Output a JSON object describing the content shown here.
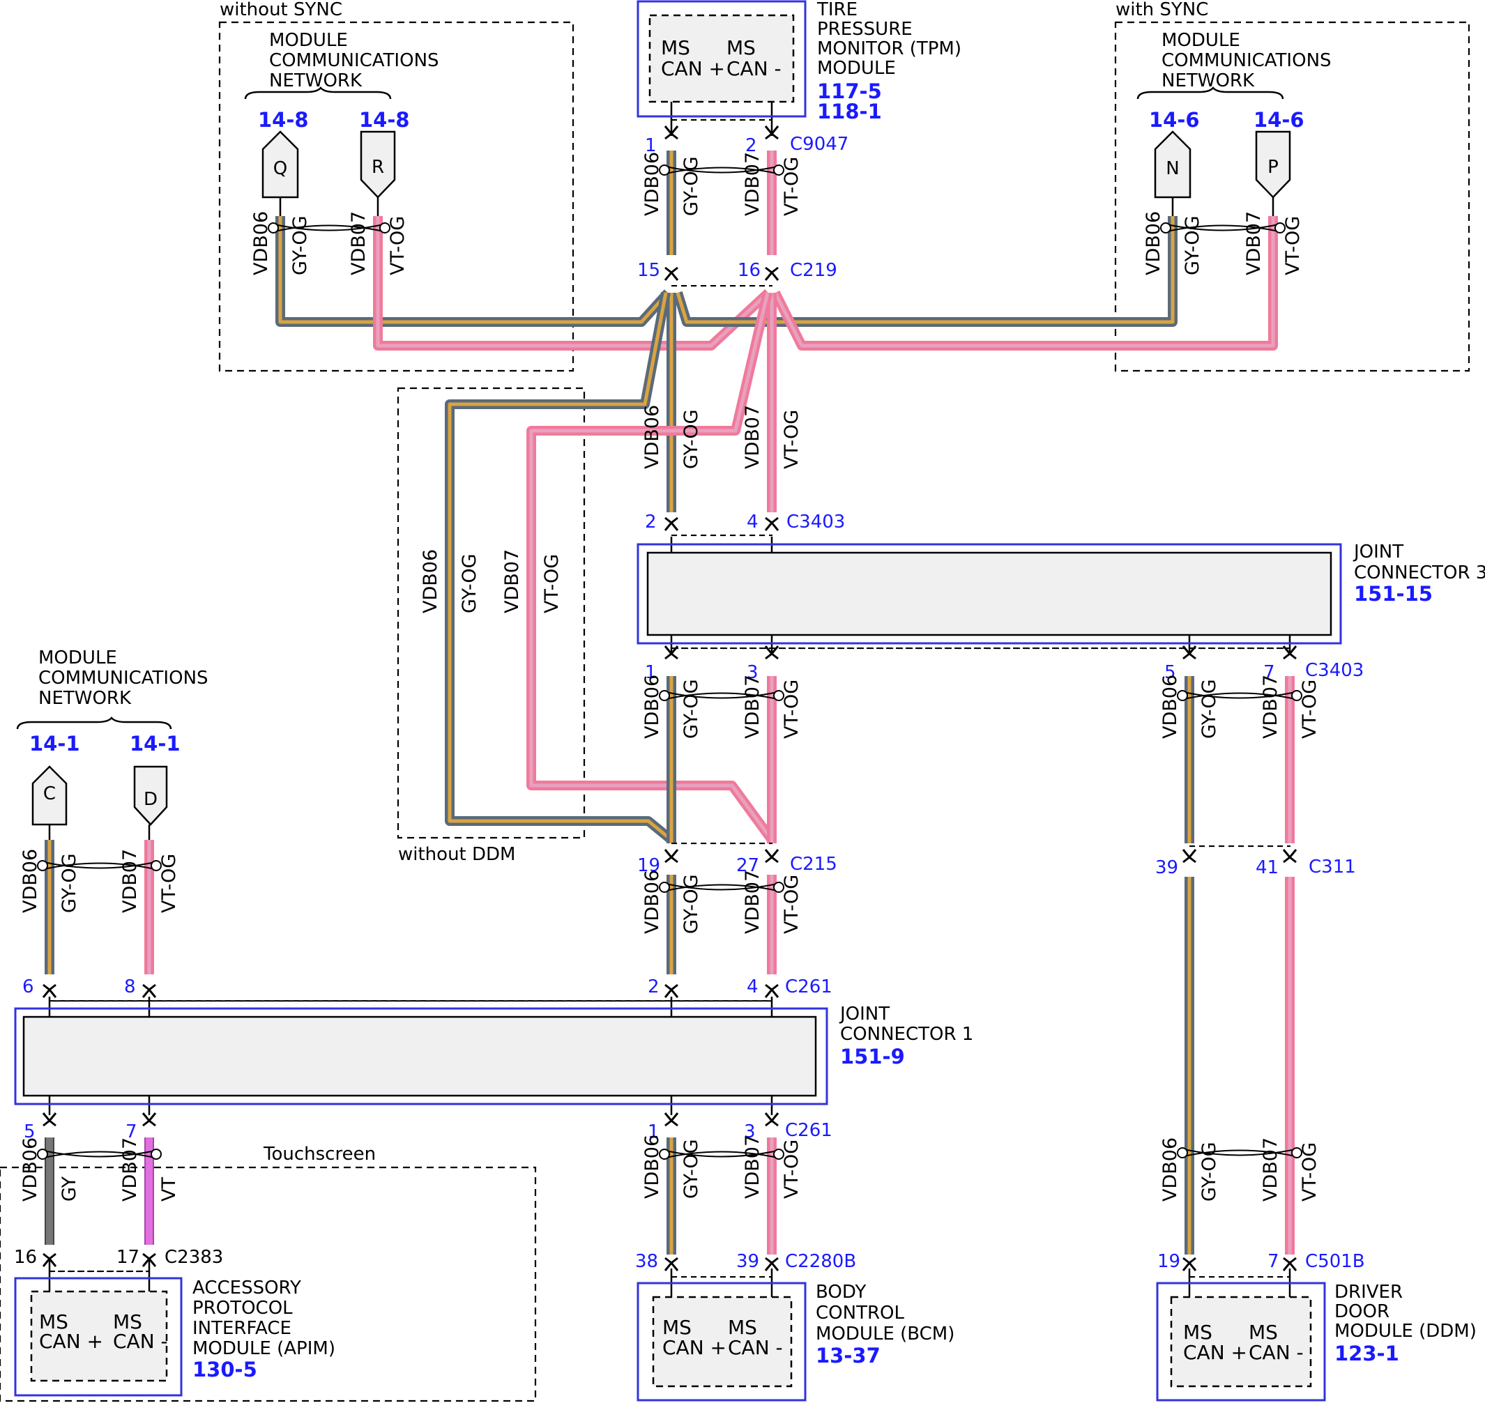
{
  "groups": {
    "without_sync": "without SYNC",
    "with_sync": "with SYNC",
    "without_ddm": "without DDM",
    "touchscreen": "Touchscreen"
  },
  "network": {
    "title_lines": [
      "MODULE",
      "COMMUNICATIONS",
      "NETWORK"
    ],
    "without_sync_refs": [
      "14-8",
      "14-8"
    ],
    "without_sync_tags": [
      "Q",
      "R"
    ],
    "with_sync_refs": [
      "14-6",
      "14-6"
    ],
    "with_sync_tags": [
      "N",
      "P"
    ],
    "left_refs": [
      "14-1",
      "14-1"
    ],
    "left_tags": [
      "C",
      "D"
    ]
  },
  "modules": {
    "tpm": {
      "lines": [
        "TIRE",
        "PRESSURE",
        "MONITOR (TPM)",
        "MODULE"
      ],
      "refs": [
        "117-5",
        "118-1"
      ]
    },
    "bcm": {
      "lines": [
        "BODY",
        "CONTROL",
        "MODULE (BCM)"
      ],
      "refs": [
        "13-37"
      ]
    },
    "ddm": {
      "lines": [
        "DRIVER",
        "DOOR",
        "MODULE (DDM)"
      ],
      "refs": [
        "123-1"
      ]
    },
    "apim": {
      "lines": [
        "ACCESSORY",
        "PROTOCOL",
        "INTERFACE",
        "MODULE (APIM)"
      ],
      "refs": [
        "130-5"
      ]
    },
    "jc3": {
      "lines": [
        "JOINT",
        "CONNECTOR 3"
      ],
      "refs": [
        "151-15"
      ]
    },
    "jc1": {
      "lines": [
        "JOINT",
        "CONNECTOR 1"
      ],
      "refs": [
        "151-9"
      ]
    },
    "pins_text": {
      "ms": "MS",
      "can_plus": "CAN +",
      "can_minus": "CAN -"
    }
  },
  "connectors": {
    "C9047": {
      "name": "C9047",
      "pins": [
        "1",
        "2"
      ]
    },
    "C219": {
      "name": "C219",
      "pins": [
        "15",
        "16"
      ]
    },
    "C3403_top": {
      "name": "C3403",
      "pins": [
        "2",
        "4"
      ]
    },
    "C3403_bot": {
      "name": "C3403",
      "pins": [
        "1",
        "3"
      ]
    },
    "C3403_right": {
      "name": "C3403",
      "pins": [
        "5",
        "7"
      ]
    },
    "C215": {
      "name": "C215",
      "pins": [
        "19",
        "27"
      ]
    },
    "C261_top": {
      "name": "C261",
      "pins": [
        "2",
        "4"
      ]
    },
    "C261_left": {
      "pins": [
        "6",
        "8"
      ]
    },
    "C261_bot": {
      "name": "C261",
      "pins": [
        "1",
        "3"
      ]
    },
    "C261_botleft": {
      "pins": [
        "5",
        "7"
      ]
    },
    "C2280B": {
      "name": "C2280B",
      "pins": [
        "38",
        "39"
      ]
    },
    "C311": {
      "name": "C311",
      "pins": [
        "39",
        "41"
      ]
    },
    "C501B": {
      "name": "C501B",
      "pins": [
        "19",
        "7"
      ]
    },
    "C2383": {
      "name": "C2383",
      "pins": [
        "16",
        "17"
      ]
    }
  },
  "wires": {
    "vdb06": "VDB06",
    "vdb07": "VDB07",
    "gy_og": "GY-OG",
    "vt_og": "VT-OG",
    "gy": "GY",
    "vt": "VT"
  },
  "colors": {
    "gy_og_outer": "#5a6a7a",
    "gy_og_inner": "#d9a441",
    "vt_og_outer": "#f07a9a",
    "vt_og_inner": "#e8a0c0",
    "gy_solid": "#777777",
    "vt_solid": "#e070e0",
    "blue": "#1a1aff"
  }
}
